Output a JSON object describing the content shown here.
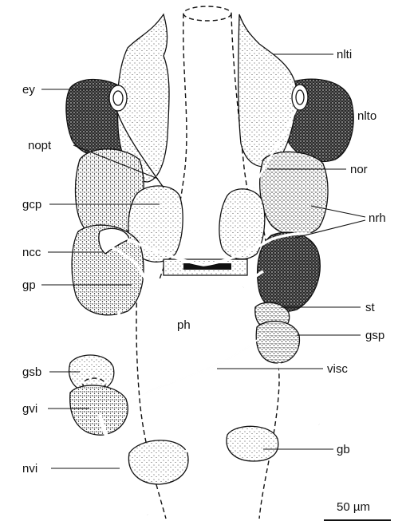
{
  "figure": {
    "labels": {
      "nlti": "nlti",
      "ey": "ey",
      "nlto": "nlto",
      "nopt": "nopt",
      "nor": "nor",
      "gcp": "gcp",
      "nrh": "nrh",
      "ncc": "ncc",
      "gp": "gp",
      "st": "st",
      "ph": "ph",
      "gsp": "gsp",
      "gsb": "gsb",
      "visc": "visc",
      "gvi": "gvi",
      "gb": "gb",
      "nvi": "nvi"
    },
    "scale_bar": {
      "label": "50 µm"
    }
  }
}
